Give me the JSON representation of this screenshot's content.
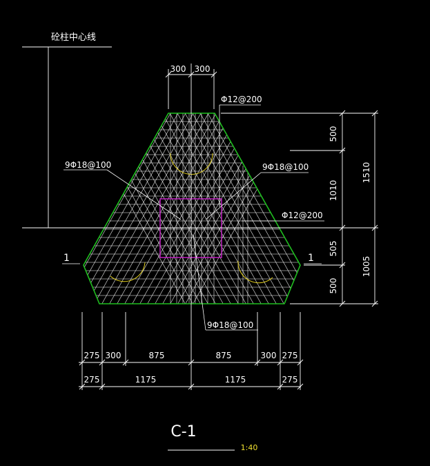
{
  "colors": {
    "background": "#000000",
    "outline": "#1fbf1f",
    "rebar": "#ffffff",
    "dim": "#ffffff",
    "text": "#ffffff",
    "column": "#c020c0",
    "arc": "#e6d21e",
    "scale": "#f0e030"
  },
  "labels": {
    "pile_center_line": "砼柱中心线",
    "top_bars": "Φ12@200",
    "left_bars": "9Φ18@100",
    "right_bars": "9Φ18@100",
    "side_bars": "Φ12@200",
    "bottom_bars": "9Φ18@100",
    "section_left": "1",
    "section_right": "1",
    "title": "C-1",
    "scale": "1:40"
  },
  "dims": {
    "top": [
      "300",
      "300"
    ],
    "right_outer": [
      "1510",
      "1005"
    ],
    "right_inner": [
      "500",
      "1010",
      "505",
      "500"
    ],
    "bottom_row1": [
      "275",
      "300",
      "875",
      "875",
      "300",
      "275"
    ],
    "bottom_row2": [
      "275",
      "1175",
      "1175",
      "275"
    ]
  }
}
